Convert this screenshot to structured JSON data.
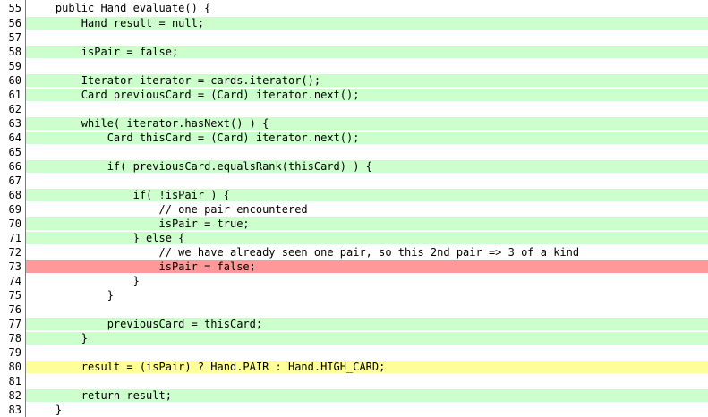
{
  "coverage_colors": {
    "covered": "#ccffcc",
    "uncovered": "#ff9999",
    "partial": "#ffff99"
  },
  "lines": [
    {
      "num": "55",
      "status": "none",
      "text": "    public Hand evaluate() {"
    },
    {
      "num": "56",
      "status": "covered",
      "text": "        Hand result = null;"
    },
    {
      "num": "57",
      "status": "none",
      "text": ""
    },
    {
      "num": "58",
      "status": "covered",
      "text": "        isPair = false;"
    },
    {
      "num": "59",
      "status": "none",
      "text": ""
    },
    {
      "num": "60",
      "status": "covered",
      "text": "        Iterator iterator = cards.iterator();"
    },
    {
      "num": "61",
      "status": "covered",
      "text": "        Card previousCard = (Card) iterator.next();"
    },
    {
      "num": "62",
      "status": "none",
      "text": ""
    },
    {
      "num": "63",
      "status": "covered",
      "text": "        while( iterator.hasNext() ) {"
    },
    {
      "num": "64",
      "status": "covered",
      "text": "            Card thisCard = (Card) iterator.next();"
    },
    {
      "num": "65",
      "status": "none",
      "text": ""
    },
    {
      "num": "66",
      "status": "covered",
      "text": "            if( previousCard.equalsRank(thisCard) ) {"
    },
    {
      "num": "67",
      "status": "none",
      "text": ""
    },
    {
      "num": "68",
      "status": "covered",
      "text": "                if( !isPair ) {"
    },
    {
      "num": "69",
      "status": "none",
      "text": "                    // one pair encountered"
    },
    {
      "num": "70",
      "status": "covered",
      "text": "                    isPair = true;"
    },
    {
      "num": "71",
      "status": "covered",
      "text": "                } else {"
    },
    {
      "num": "72",
      "status": "none",
      "text": "                    // we have already seen one pair, so this 2nd pair => 3 of a kind"
    },
    {
      "num": "73",
      "status": "uncovered",
      "text": "                    isPair = false;"
    },
    {
      "num": "74",
      "status": "none",
      "text": "                }"
    },
    {
      "num": "75",
      "status": "none",
      "text": "            }"
    },
    {
      "num": "76",
      "status": "none",
      "text": ""
    },
    {
      "num": "77",
      "status": "covered",
      "text": "            previousCard = thisCard;"
    },
    {
      "num": "78",
      "status": "covered",
      "text": "        }"
    },
    {
      "num": "79",
      "status": "none",
      "text": ""
    },
    {
      "num": "80",
      "status": "partial",
      "text": "        result = (isPair) ? Hand.PAIR : Hand.HIGH_CARD;"
    },
    {
      "num": "81",
      "status": "none",
      "text": ""
    },
    {
      "num": "82",
      "status": "covered",
      "text": "        return result;"
    },
    {
      "num": "83",
      "status": "none",
      "text": "    }"
    }
  ]
}
